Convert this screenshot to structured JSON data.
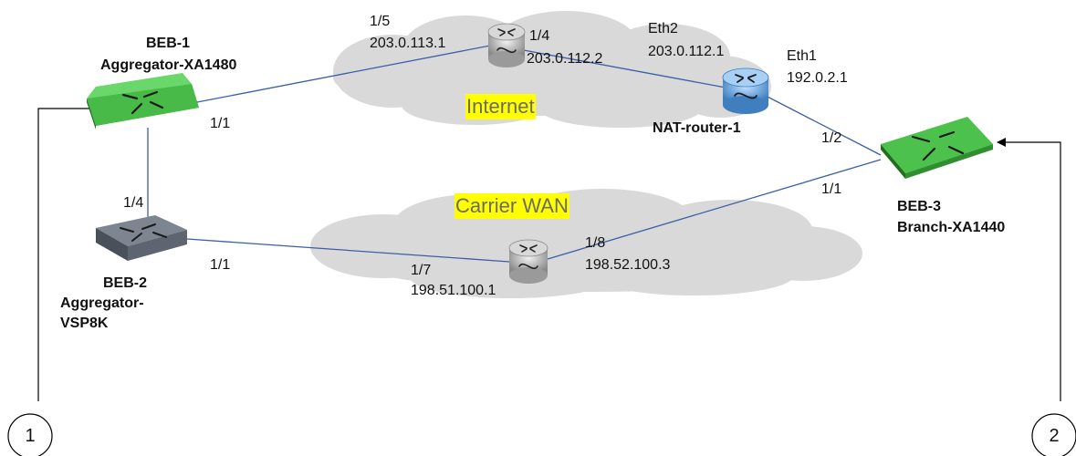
{
  "colors": {
    "link": "#3a5ea8",
    "cloud": "#d9d9d9",
    "highlight": "#ffff00",
    "switch_green": "#4cc24c",
    "switch_gray": "#6f7682",
    "router_blue": "#5b9bd5",
    "router_gray": "#a8a8a8"
  },
  "clouds": {
    "internet": "Internet",
    "wan": "Carrier WAN"
  },
  "nodes": {
    "beb1": {
      "name": "BEB-1",
      "model": "Aggregator-XA1480",
      "icon": "green-switch-icon"
    },
    "beb2": {
      "name": "BEB-2",
      "model_line1": "Aggregator-",
      "model_line2": "VSP8K",
      "icon": "gray-switch-icon"
    },
    "beb3": {
      "name": "BEB-3",
      "model": "Branch-XA1440",
      "icon": "green-switch-icon"
    },
    "nat": {
      "name": "NAT-router-1",
      "icon": "blue-router-icon"
    },
    "internet_router": {
      "icon": "gray-router-icon"
    },
    "wan_router": {
      "icon": "gray-router-icon"
    }
  },
  "ports": {
    "beb1_uplink": "1/1",
    "beb1_to_beb2": "1/4",
    "beb2_port": "1/1",
    "inet_in_port": "1/5",
    "inet_in_ip": "203.0.113.1",
    "inet_out_port": "1/4",
    "inet_out_ip": "203.0.112.2",
    "nat_eth2": "Eth2",
    "nat_eth2_ip": "203.0.112.1",
    "nat_eth1": "Eth1",
    "nat_eth1_ip": "192.0.2.1",
    "beb3_port_a": "1/2",
    "beb3_port_b": "1/1",
    "wan_in_port": "1/7",
    "wan_in_ip": "198.51.100.1",
    "wan_out_port": "1/8",
    "wan_out_ip": "198.52.100.3"
  },
  "markers": {
    "left": "1",
    "right": "2"
  }
}
